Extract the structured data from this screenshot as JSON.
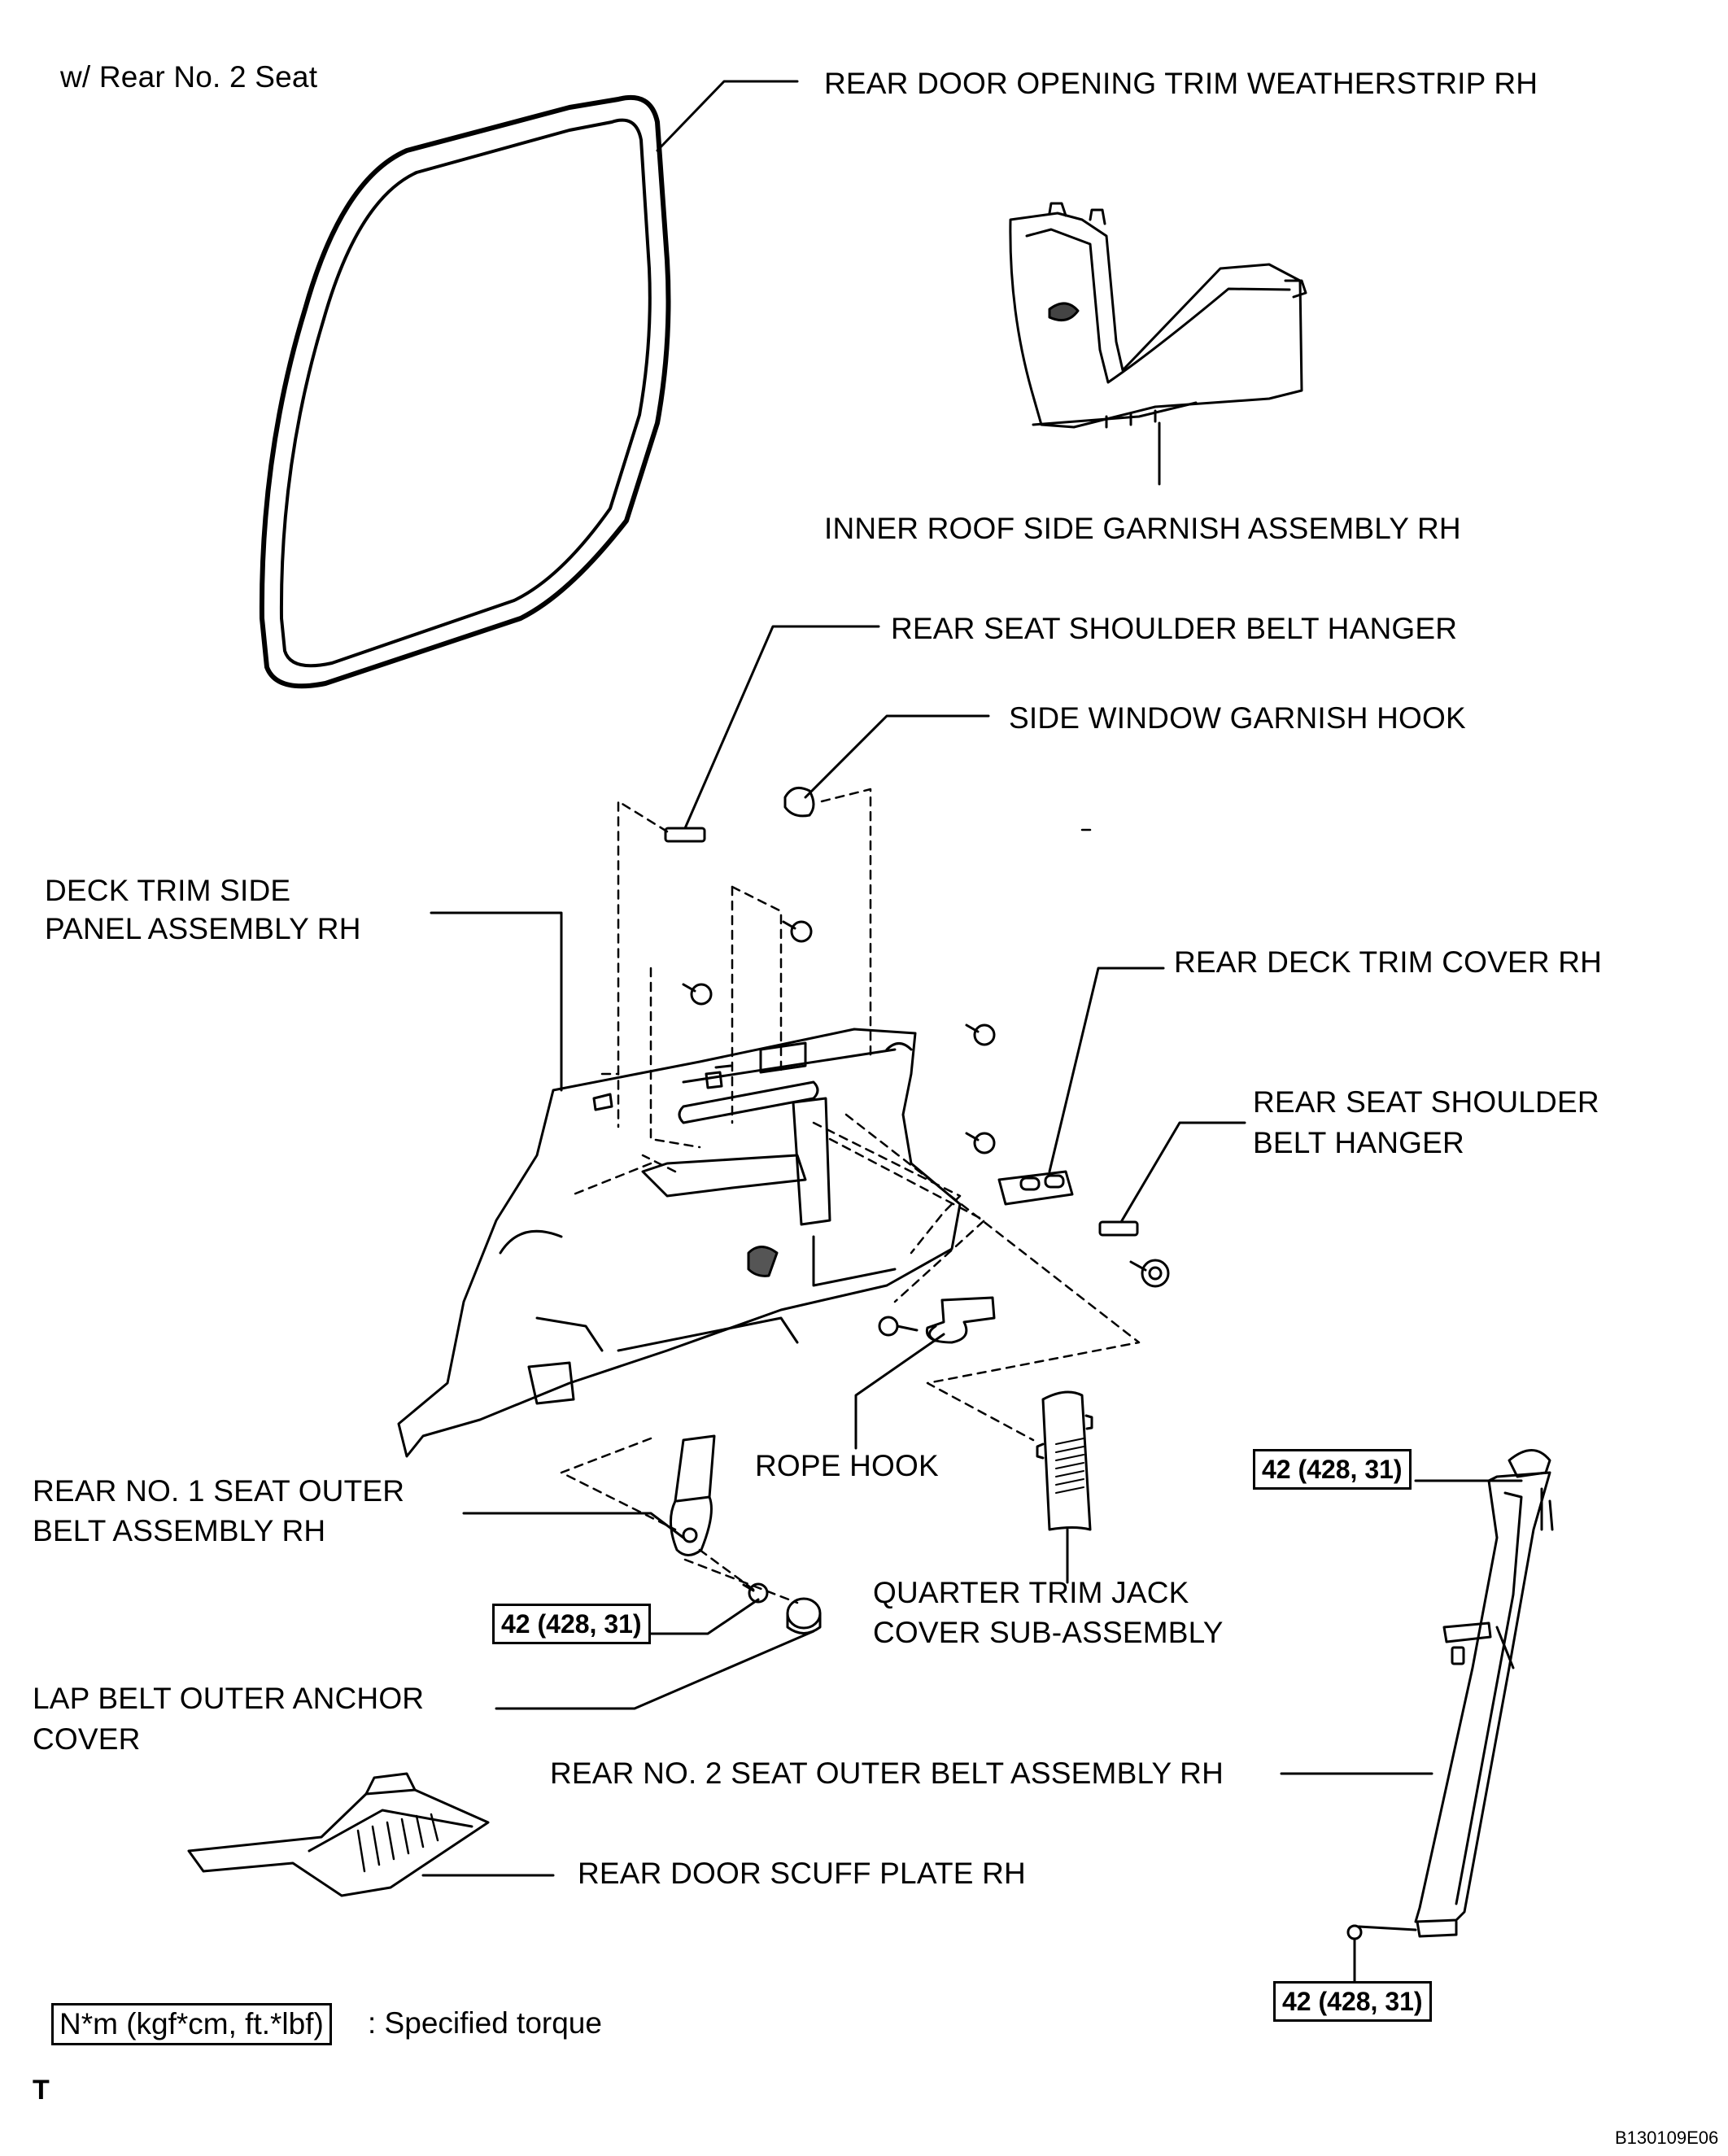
{
  "header": {
    "variant": "w/ Rear No. 2 Seat"
  },
  "labels": {
    "weatherstrip": "REAR DOOR OPENING TRIM WEATHERSTRIP RH",
    "roof_garnish": "INNER ROOF SIDE GARNISH ASSEMBLY RH",
    "shoulder_hanger_top": "REAR SEAT SHOULDER BELT HANGER",
    "window_hook": "SIDE WINDOW GARNISH HOOK",
    "deck_panel_1": "DECK TRIM SIDE",
    "deck_panel_2": "PANEL ASSEMBLY RH",
    "deck_cover": "REAR DECK TRIM COVER RH",
    "shoulder_hanger_right_1": "REAR SEAT SHOULDER",
    "shoulder_hanger_right_2": "BELT HANGER",
    "rope_hook": "ROPE HOOK",
    "seat1_belt_1": "REAR NO. 1 SEAT OUTER",
    "seat1_belt_2": "BELT ASSEMBLY RH",
    "jack_cover_1": "QUARTER TRIM JACK",
    "jack_cover_2": "COVER SUB-ASSEMBLY",
    "anchor_cover_1": "LAP BELT OUTER ANCHOR",
    "anchor_cover_2": "COVER",
    "seat2_belt": "REAR NO. 2 SEAT OUTER BELT ASSEMBLY RH",
    "scuff_plate": "REAR DOOR SCUFF PLATE RH"
  },
  "torque": {
    "seat1_anchor": "42 (428, 31)",
    "seat2_upper": "42 (428, 31)",
    "seat2_lower": "42 (428, 31)"
  },
  "legend": {
    "unit_box": "N*m (kgf*cm, ft.*lbf)",
    "description": ": Specified torque"
  },
  "footer": {
    "corner_mark": "T",
    "figure_code": "B130109E06"
  }
}
